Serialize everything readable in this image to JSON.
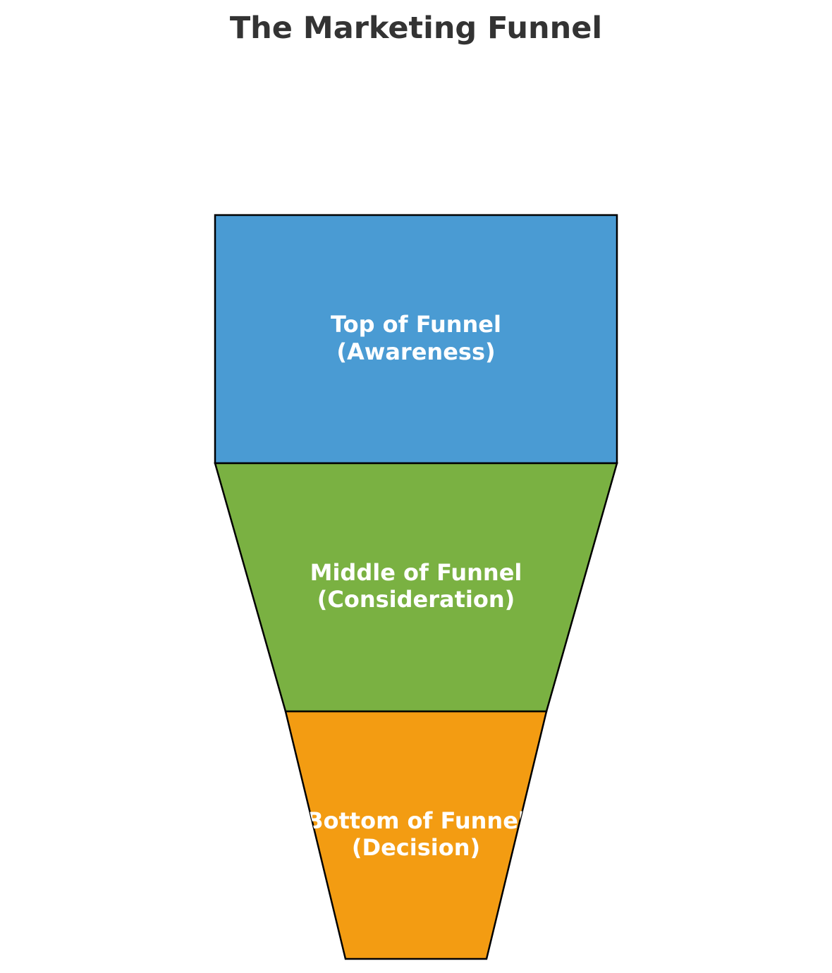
{
  "title": "The Marketing Funnel",
  "stages": [
    {
      "line1": "Top of Funnel",
      "line2": "(Awareness)",
      "color": "#4A9BD3"
    },
    {
      "line1": "Middle of Funnel",
      "line2": "(Consideration)",
      "color": "#7AB142"
    },
    {
      "line1": "Bottom of Funnel",
      "line2": "(Decision)",
      "color": "#F39C12"
    }
  ],
  "outline_color": "#000000"
}
